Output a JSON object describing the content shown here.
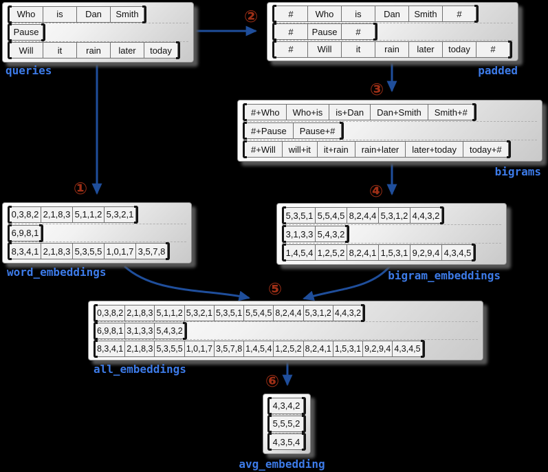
{
  "colors": {
    "background": "#000000",
    "arrow": "#1f4e9b",
    "label": "#3d7be8",
    "step_badge": "#9e2f16",
    "cell_bg": "#f2f2f2",
    "cell_border": "#6f6f6f",
    "bracket": "#151515"
  },
  "steps": {
    "s1": "①",
    "s2": "②",
    "s3": "③",
    "s4": "④",
    "s5": "⑤",
    "s6": "⑥"
  },
  "boxes": [
    {
      "id": "queries",
      "label": "queries",
      "rows": [
        [
          "Who",
          "is",
          "Dan",
          "Smith"
        ],
        [
          "Pause"
        ],
        [
          "Will",
          "it",
          "rain",
          "later",
          "today"
        ]
      ]
    },
    {
      "id": "padded",
      "label": "padded",
      "rows": [
        [
          "#",
          "Who",
          "is",
          "Dan",
          "Smith",
          "#"
        ],
        [
          "#",
          "Pause",
          "#"
        ],
        [
          "#",
          "Will",
          "it",
          "rain",
          "later",
          "today",
          "#"
        ]
      ]
    },
    {
      "id": "bigrams",
      "label": "bigrams",
      "rows": [
        [
          "#+Who",
          "Who+is",
          "is+Dan",
          "Dan+Smith",
          "Smith+#"
        ],
        [
          "#+Pause",
          "Pause+#"
        ],
        [
          "#+Will",
          "will+it",
          "it+rain",
          "rain+later",
          "later+today",
          "today+#"
        ]
      ]
    },
    {
      "id": "word_embeddings",
      "label": "word_embeddings",
      "rows": [
        [
          "0,3,8,2",
          "2,1,8,3",
          "5,1,1,2",
          "5,3,2,1"
        ],
        [
          "6,9,8,1"
        ],
        [
          "8,3,4,1",
          "2,1,8,3",
          "5,3,5,5",
          "1,0,1,7",
          "3,5,7,8"
        ]
      ]
    },
    {
      "id": "bigram_embeddings",
      "label": "bigram_embeddings",
      "rows": [
        [
          "5,3,5,1",
          "5,5,4,5",
          "8,2,4,4",
          "5,3,1,2",
          "4,4,3,2"
        ],
        [
          "3,1,3,3",
          "5,4,3,2"
        ],
        [
          "1,4,5,4",
          "1,2,5,2",
          "8,2,4,1",
          "1,5,3,1",
          "9,2,9,4",
          "4,3,4,5"
        ]
      ]
    },
    {
      "id": "all_embeddings",
      "label": "all_embeddings",
      "rows": [
        [
          "0,3,8,2",
          "2,1,8,3",
          "5,1,1,2",
          "5,3,2,1",
          "5,3,5,1",
          "5,5,4,5",
          "8,2,4,4",
          "5,3,1,2",
          "4,4,3,2"
        ],
        [
          "6,9,8,1",
          "3,1,3,3",
          "5,4,3,2"
        ],
        [
          "8,3,4,1",
          "2,1,8,3",
          "5,3,5,5",
          "1,0,1,7",
          "3,5,7,8",
          "1,4,5,4",
          "1,2,5,2",
          "8,2,4,1",
          "1,5,3,1",
          "9,2,9,4",
          "4,3,4,5"
        ]
      ]
    },
    {
      "id": "avg_embedding",
      "label": "avg_embedding",
      "rows": [
        [
          "4,3,4,2"
        ],
        [
          "5,5,5,2"
        ],
        [
          "4,3,5,4"
        ]
      ]
    }
  ]
}
